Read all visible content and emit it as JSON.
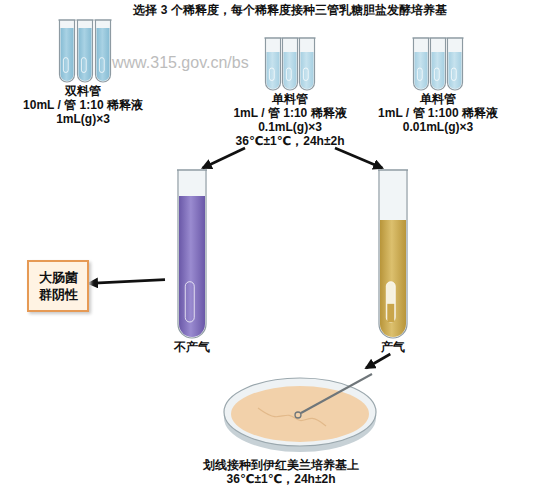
{
  "diagram": {
    "title": "选择 3 个稀释度，每个稀释度接种三管乳糖胆盐发酵培养基",
    "nodes": [
      {
        "text": [
          "双料管",
          "10mL / 管 1:10 稀释液",
          "1mL(g)×3"
        ]
      },
      {
        "text": [
          "单料管",
          "1mL / 管 1:10 稀释液",
          "0.1mL(g)×3",
          "36℃±1℃，24h±2h"
        ]
      },
      {
        "text": [
          "单料管",
          "1mL / 管 1:100 稀释液",
          "0.01mL(g)×3"
        ]
      },
      {
        "text": [
          "不产气"
        ]
      },
      {
        "text": [
          "产气"
        ]
      },
      {
        "text": [
          "大肠菌群阴性"
        ]
      },
      {
        "text": [
          "划线接种到伊红美兰培养基上",
          "36℃±1℃，24h±2h"
        ]
      }
    ],
    "edges": [
      {
        "from": 1,
        "to": 3,
        "arrow": "to"
      },
      {
        "from": 1,
        "to": 4,
        "arrow": "to"
      },
      {
        "from": 3,
        "to": 5,
        "arrow": "to"
      },
      {
        "from": 4,
        "to": 6,
        "arrow": "to"
      }
    ],
    "labels": [
      "www.315.gov.cn/bs"
    ]
  }
}
